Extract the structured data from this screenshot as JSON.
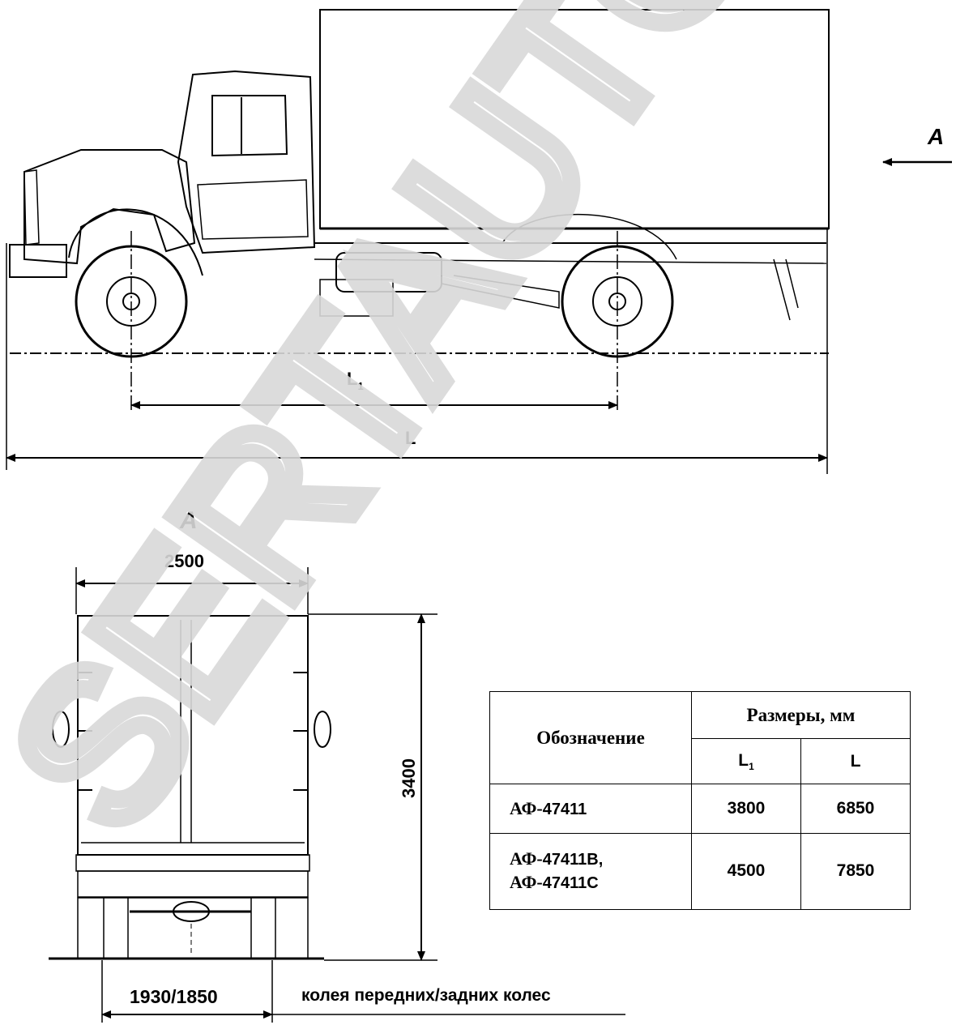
{
  "side_view": {
    "view_arrow_label": "A",
    "wheelbase_label": "L",
    "wheelbase_sub": "1",
    "length_label": "L"
  },
  "rear_view": {
    "view_label": "A",
    "width": "2500",
    "height": "3400",
    "track": "1930/1850",
    "track_caption": "колея передних/задних колес"
  },
  "table": {
    "header_designation": "Обозначение",
    "header_dimensions": "Размеры, мм",
    "col_l1": "L",
    "col_l1_sub": "1",
    "col_l": "L",
    "rows": [
      {
        "model_line1": "АФ-",
        "model_num1": "47411",
        "model_line2": "",
        "model_num2": "",
        "l1": "3800",
        "l": "6850"
      },
      {
        "model_line1": "АФ-",
        "model_num1": "47411В,",
        "model_line2": "АФ-",
        "model_num2": "47411С",
        "l1": "4500",
        "l": "7850"
      }
    ]
  },
  "watermark": "SERTAUTO.",
  "colors": {
    "line": "#000000",
    "watermark": "#d9d9d9",
    "background": "#ffffff"
  }
}
